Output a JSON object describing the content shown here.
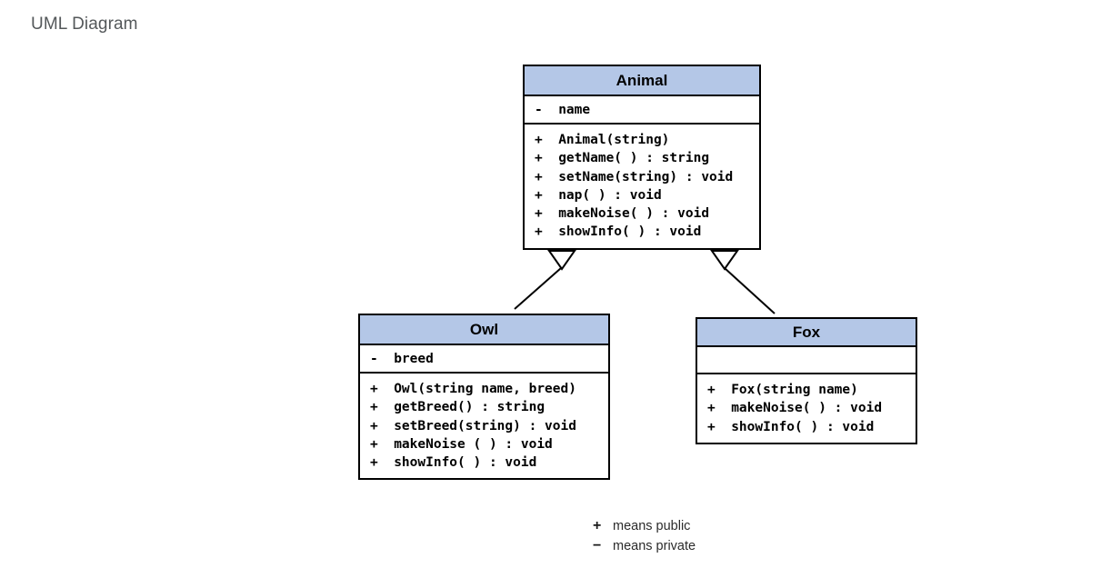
{
  "page": {
    "title": "UML Diagram"
  },
  "theme": {
    "header_fill": "#b4c7e7",
    "border": "#000000",
    "body_fill": "#ffffff",
    "title_color": "#54585a"
  },
  "classes": [
    {
      "id": "animal",
      "name": "Animal",
      "attributes": [
        "-  name"
      ],
      "methods": [
        "+  Animal(string)",
        "+  getName( ) : string",
        "+  setName(string) : void",
        "+  nap( ) : void",
        "+  makeNoise( ) : void",
        "+  showInfo( ) : void"
      ]
    },
    {
      "id": "owl",
      "name": "Owl",
      "attributes": [
        "-  breed"
      ],
      "methods": [
        "+  Owl(string name, breed)",
        "+  getBreed() : string",
        "+  setBreed(string) : void",
        "+  makeNoise ( ) : void",
        "+  showInfo( ) : void"
      ]
    },
    {
      "id": "fox",
      "name": "Fox",
      "attributes": [],
      "methods": [
        "+  Fox(string name)",
        "+  makeNoise( ) : void",
        "+  showInfo( ) : void"
      ]
    }
  ],
  "relationships": [
    {
      "id": "owl-animal",
      "type": "generalization",
      "from": "Owl",
      "to": "Animal"
    },
    {
      "id": "fox-animal",
      "type": "generalization",
      "from": "Fox",
      "to": "Animal"
    }
  ],
  "legend": [
    {
      "symbol": "+",
      "text": "means public"
    },
    {
      "symbol": "−",
      "text": "means private"
    }
  ]
}
